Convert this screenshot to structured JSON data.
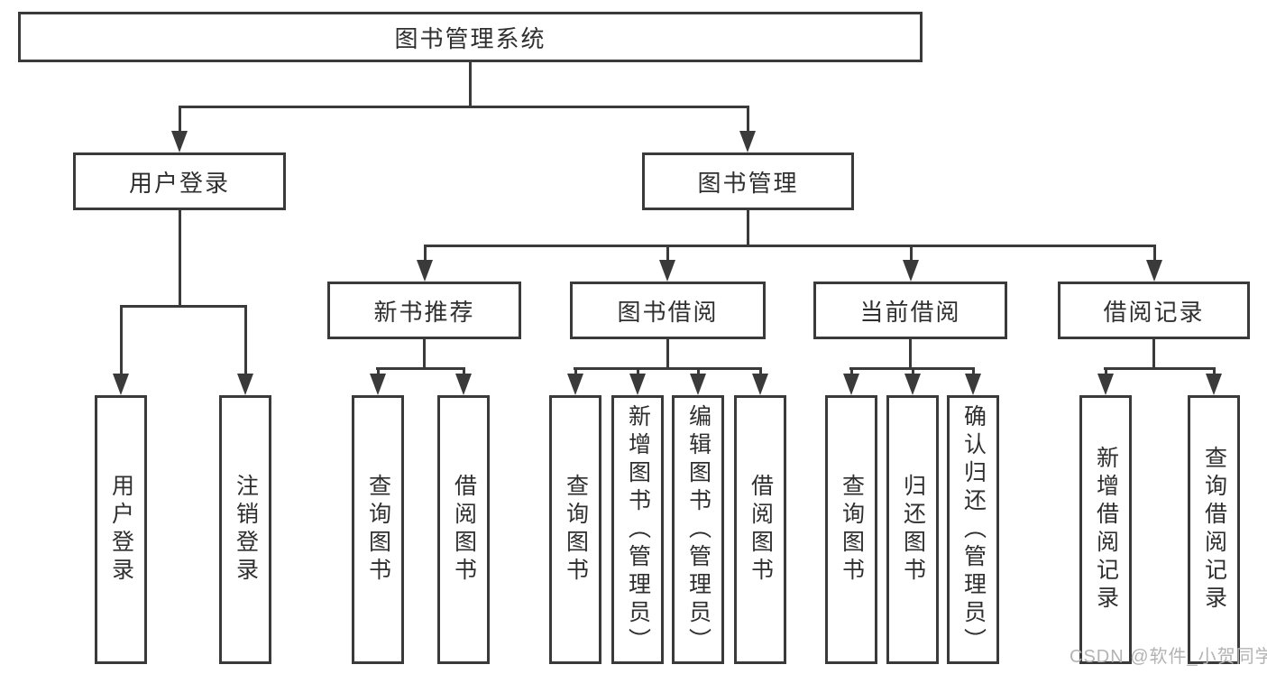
{
  "diagram": {
    "watermark": "CSDN @软件_小贺同学",
    "colors": {
      "line": "#3a3a3a",
      "text": "#2f2f2f",
      "watermark": "#b3b3b3",
      "background": "#ffffff"
    },
    "tree": {
      "label": "图书管理系统",
      "children": [
        {
          "label": "用户登录",
          "children": [
            {
              "label": "用户登录"
            },
            {
              "label": "注销登录"
            }
          ]
        },
        {
          "label": "图书管理",
          "children": [
            {
              "label": "新书推荐",
              "children": [
                {
                  "label": "查询图书"
                },
                {
                  "label": "借阅图书"
                }
              ]
            },
            {
              "label": "图书借阅",
              "children": [
                {
                  "label": "查询图书"
                },
                {
                  "label": "新增图书（管理员）"
                },
                {
                  "label": "编辑图书（管理员）"
                },
                {
                  "label": "借阅图书"
                }
              ]
            },
            {
              "label": "当前借阅",
              "children": [
                {
                  "label": "查询图书"
                },
                {
                  "label": "归还图书"
                },
                {
                  "label": "确认归还（管理员）"
                }
              ]
            },
            {
              "label": "借阅记录",
              "children": [
                {
                  "label": "新增借阅记录"
                },
                {
                  "label": "查询借阅记录"
                }
              ]
            }
          ]
        }
      ]
    }
  }
}
